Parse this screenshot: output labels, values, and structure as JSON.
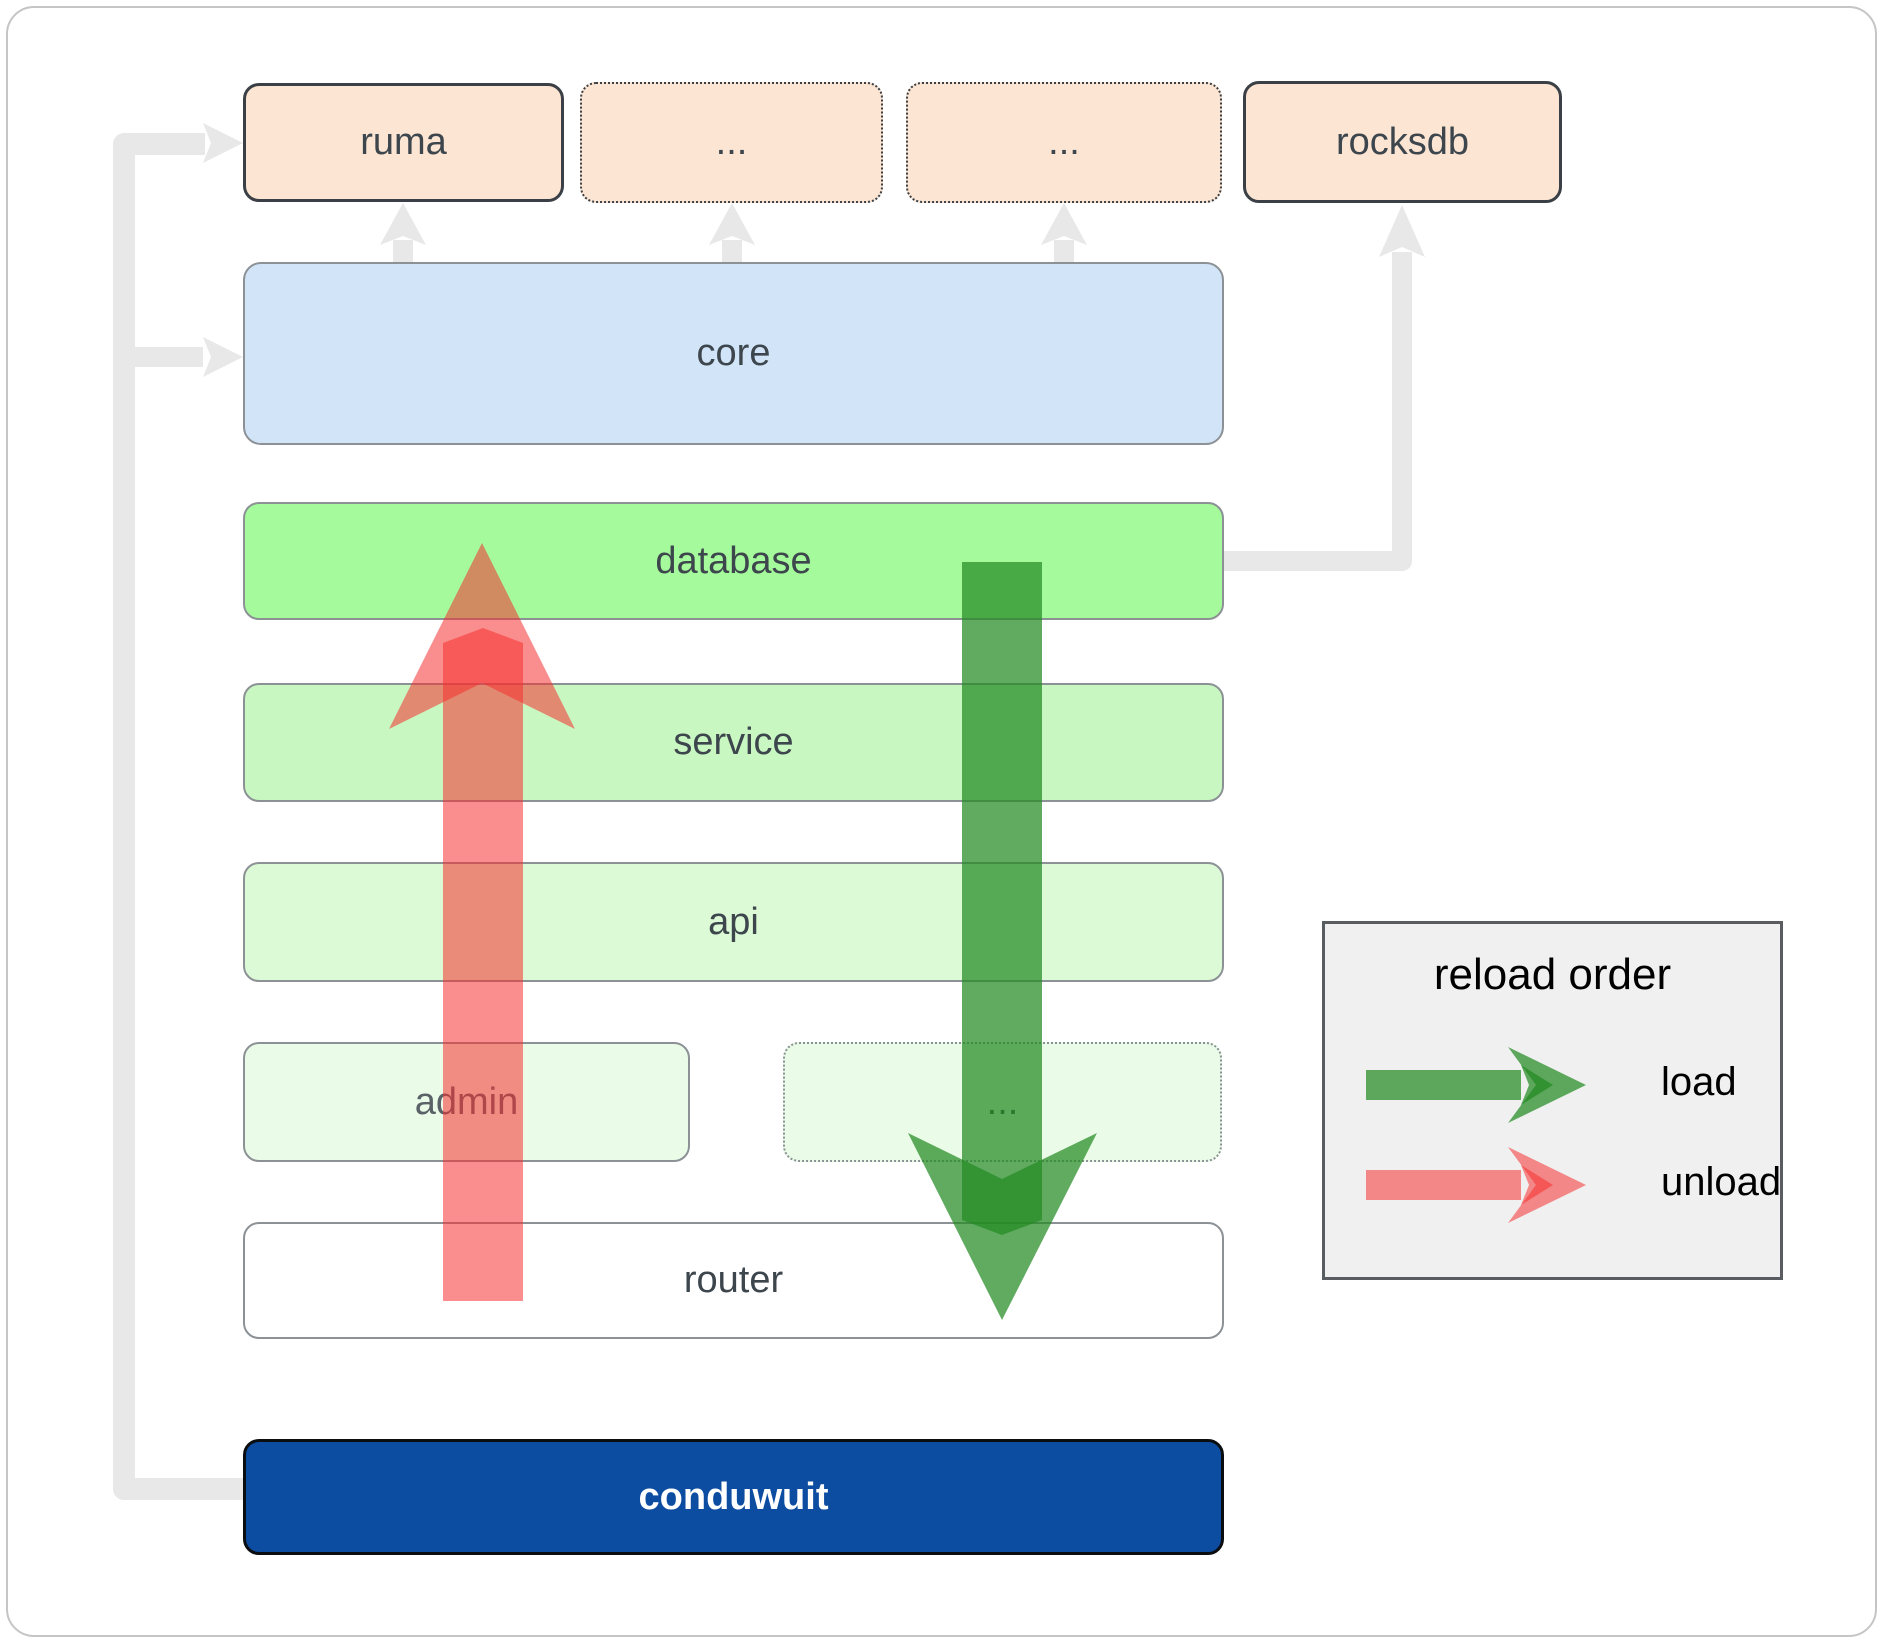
{
  "diagram": {
    "nodes": {
      "ruma": "ruma",
      "dep_a": "...",
      "dep_b": "...",
      "rocksdb": "rocksdb",
      "core": "core",
      "database": "database",
      "service": "service",
      "api": "api",
      "admin": "admin",
      "service_more": "...",
      "router": "router",
      "conduwuit": "conduwuit"
    },
    "legend": {
      "title": "reload order",
      "items": [
        {
          "label": "load",
          "color": "#228b22"
        },
        {
          "label": "unload",
          "color": "#f52f2f"
        }
      ]
    },
    "colors": {
      "load_arrow": "#228b22",
      "unload_arrow": "#f52f2f",
      "connector_gray": "#e8e8e8",
      "crate_fill": "#fce5d3",
      "core_fill": "#d2e4f8",
      "database_fill": "#a5fa9b",
      "service_fill": "#c9f7c2",
      "api_fill": "#dcfad6",
      "admin_fill": "#eafce7",
      "conduwuit_fill": "#0d4da1",
      "legend_bg": "#f0f0f0"
    }
  }
}
